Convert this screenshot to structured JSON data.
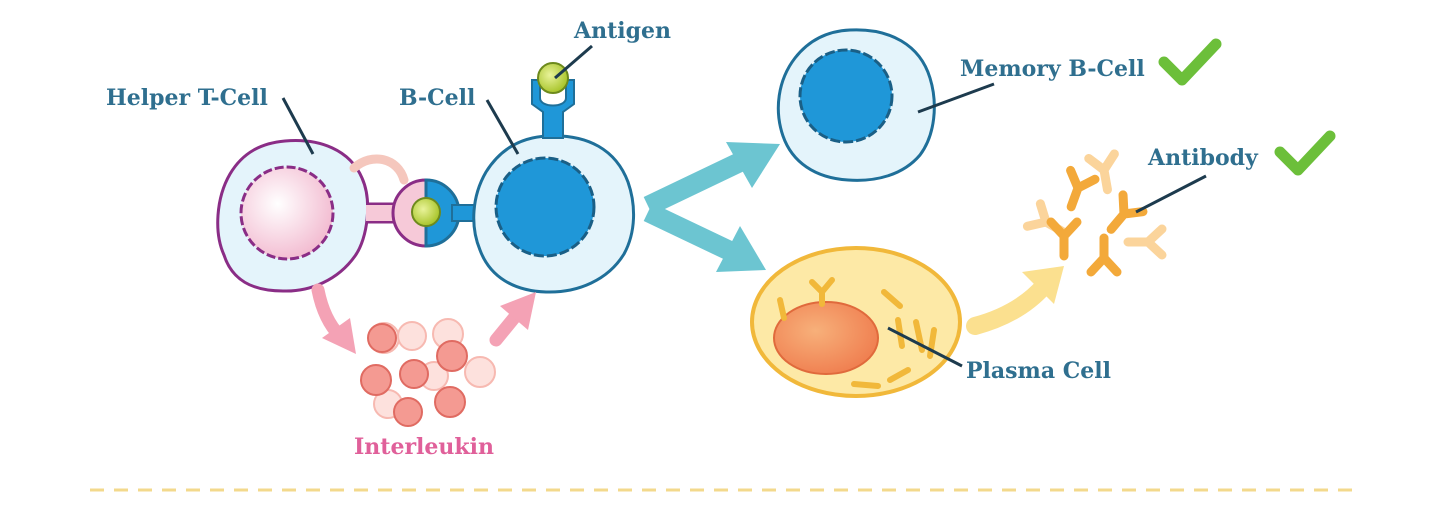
{
  "labels": {
    "helper_t_cell": "Helper T-Cell",
    "b_cell": "B-Cell",
    "antigen": "Antigen",
    "memory_b_cell": "Memory B-Cell",
    "antibody": "Antibody",
    "plasma_cell": "Plasma Cell",
    "interleukin": "Interleukin"
  },
  "colors": {
    "label_blue": "#2f6f8f",
    "label_pink": "#e0609a",
    "check_green": "#6cbf3a",
    "cell_blue": "#1f97d8",
    "helper_purple": "#8a2d86",
    "plasma_orange": "#f1c24c",
    "divider": "#f3d98c"
  }
}
